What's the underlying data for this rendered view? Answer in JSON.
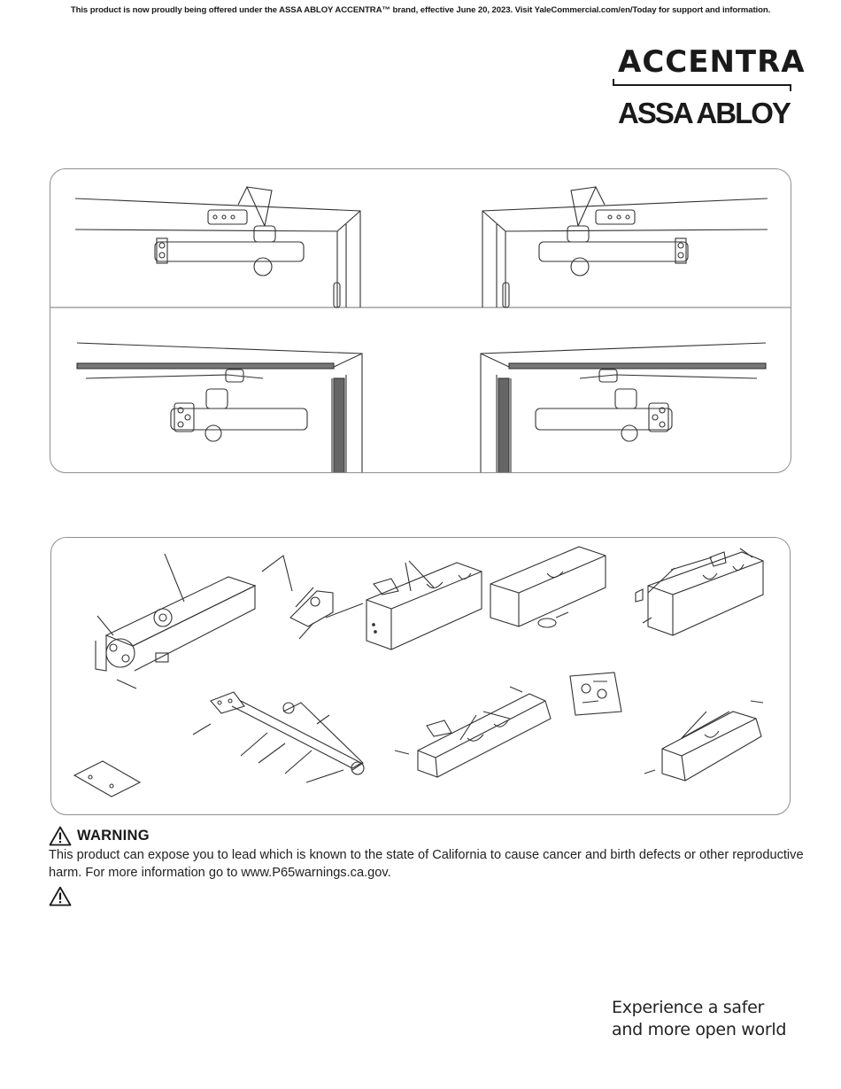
{
  "notice": "This product is now proudly being offered under the ASSA ABLOY ACCENTRA™ brand, effective June 20, 2023. Visit YaleCommercial.com/en/Today for support and information.",
  "logo": {
    "top": "ACCENTRA",
    "bottom": "ASSA ABLOY"
  },
  "warning": {
    "title": "WARNING",
    "text": "This product can expose you to lead which is known to the state of California to cause cancer and birth defects or other reproductive harm. For more information go to www.P65warnings.ca.gov."
  },
  "tagline": {
    "line1": "Experience a safer",
    "line2": "and more open world"
  },
  "icons": [
    "warning-triangle-icon"
  ],
  "colors": {
    "text": "#1a1a1a",
    "border": "#8f8f8f"
  }
}
